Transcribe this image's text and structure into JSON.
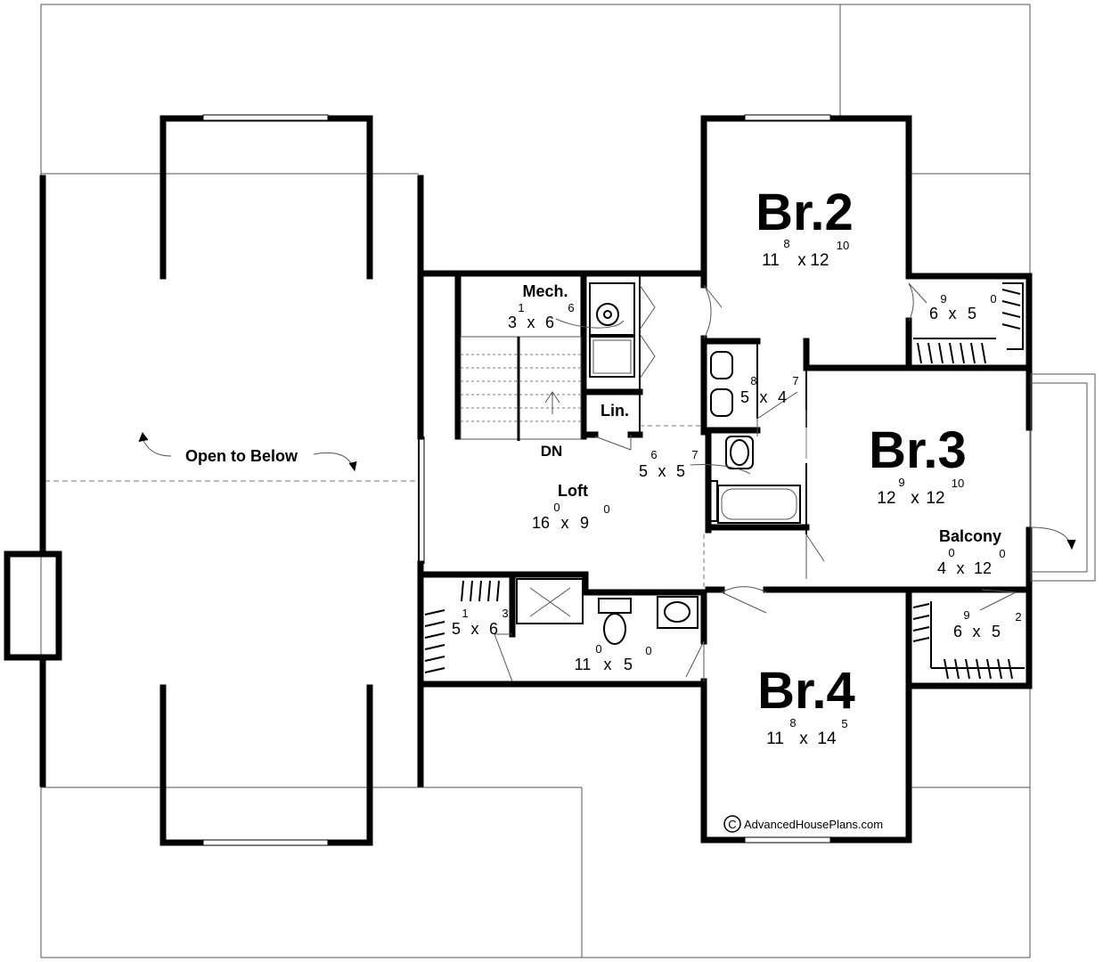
{
  "rooms": {
    "br2": {
      "name": "Br.2",
      "w": "11",
      "w_sup": "8",
      "x": "x",
      "h": "12",
      "h_sup": "10"
    },
    "br3": {
      "name": "Br.3",
      "w": "12",
      "w_sup": "9",
      "x": "x",
      "h": "12",
      "h_sup": "10"
    },
    "br4": {
      "name": "Br.4",
      "w": "11",
      "w_sup": "8",
      "x": "x",
      "h": "14",
      "h_sup": "5"
    },
    "mech": {
      "name": "Mech.",
      "w": "3",
      "w_sup": "1",
      "x": "x",
      "h": "6",
      "h_sup": "6"
    },
    "loft": {
      "name": "Loft",
      "w": "16",
      "w_sup": "0",
      "x": "x",
      "h": "9",
      "h_sup": "0"
    },
    "hall": {
      "w": "5",
      "w_sup": "6",
      "x": "x",
      "h": "5",
      "h_sup": "7"
    },
    "bath2": {
      "w": "5",
      "w_sup": "8",
      "x": "x",
      "h": "4",
      "h_sup": "7"
    },
    "closet_br2": {
      "w": "6",
      "w_sup": "9",
      "x": "x",
      "h": "5",
      "h_sup": "0"
    },
    "closet_br4": {
      "w": "6",
      "w_sup": "9",
      "x": "x",
      "h": "5",
      "h_sup": "2"
    },
    "closet_left": {
      "w": "5",
      "w_sup": "1",
      "x": "x",
      "h": "6",
      "h_sup": "3"
    },
    "bath_lower": {
      "w": "11",
      "w_sup": "0",
      "x": "x",
      "h": "5",
      "h_sup": "0"
    },
    "balcony": {
      "name": "Balcony",
      "w": "4",
      "w_sup": "0",
      "x": "x",
      "h": "12",
      "h_sup": "0"
    },
    "linen": {
      "name": "Lin."
    }
  },
  "labels": {
    "open_below": "Open to Below",
    "stairs_dn": "DN",
    "copyright_symbol": "C",
    "copyright": "AdvancedHousePlans.com"
  }
}
